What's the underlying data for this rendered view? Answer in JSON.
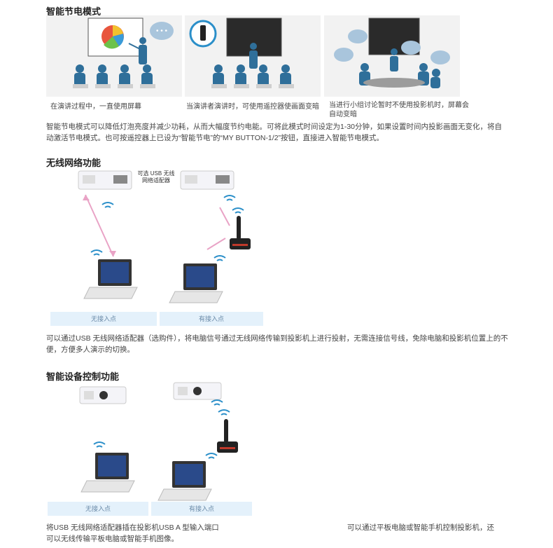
{
  "sections": {
    "eco": {
      "heading": "智能节电模式",
      "captions": [
        "在演讲过程中，一直使用屏幕",
        "当演讲者演讲时，可使用遥控器使画面变暗",
        "当进行小组讨论暂时不使用投影机时，屏幕会自动变暗"
      ],
      "paragraph": "智能节电模式可以降低灯泡亮度并减少功耗，从而大幅度节约电能。可将此模式时间设定为1-30分钟，如果设置时间内投影画面无变化，将自动激活节电模式。也可按遥控器上已设为“智能节电”的“MY BUTTON-1/2”按钮，直接进入智能节电模式。"
    },
    "wireless": {
      "heading": "无线网络功能",
      "adapter_label": "可选 USB 无线网络适配器",
      "band_left": "无接入点",
      "band_right": "有接入点",
      "paragraph": "可以通过USB 无线网络适配器（选购件），将电脑信号通过无线网络传输到投影机上进行投射，无需连接信号线，免除电脑和投影机位置上的不便，方便多人演示的切换。"
    },
    "smart": {
      "heading": "智能设备控制功能",
      "band_left": "无接入点",
      "band_right": "有接入点",
      "text_left": "将USB 无线网络适配器插在投影机USB A 型输入端口",
      "text_right": "可以通过平板电脑或智能手机控制投影机，还",
      "text_line2": "可以无线传输平板电脑或智能手机图像。"
    }
  },
  "colors": {
    "silhouette": "#2f6f9a",
    "arrow": "#e9a3c6",
    "wifi": "#2b8fc9",
    "band": "#e4f1fb"
  }
}
